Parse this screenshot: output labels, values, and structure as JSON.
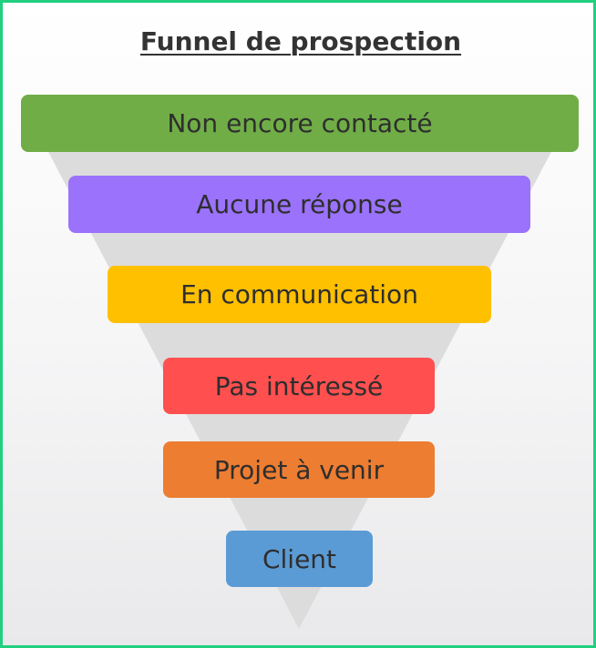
{
  "title": "Funnel de prospection",
  "funnel": {
    "fill_color": "#dcdcdc",
    "stages": [
      {
        "label": "Non encore contacté",
        "color": "#70ad47"
      },
      {
        "label": "Aucune réponse",
        "color": "#9b72fb"
      },
      {
        "label": "En communication",
        "color": "#ffc000"
      },
      {
        "label": "Pas intéressé",
        "color": "#ff4f4f"
      },
      {
        "label": "Projet à venir",
        "color": "#ed7d31"
      },
      {
        "label": "Client",
        "color": "#5b9bd5"
      }
    ]
  },
  "frame": {
    "border_color": "#21d07f"
  }
}
